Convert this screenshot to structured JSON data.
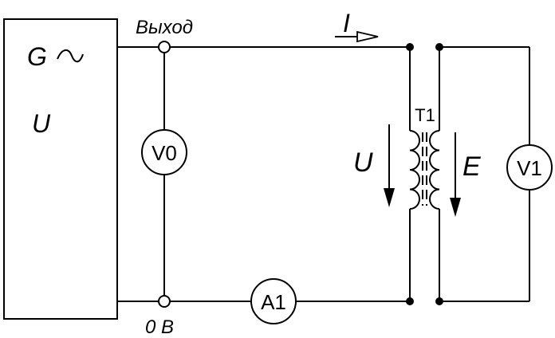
{
  "generator": {
    "symbol": "G",
    "ac_symbol": "~",
    "voltage_label": "U",
    "ac_icon": "sine-wave-icon"
  },
  "terminals": {
    "output_label": "Выход",
    "ground_label": "0 В"
  },
  "current": {
    "label": "I",
    "arrow_icon": "hollow-arrow-right-icon"
  },
  "meters": {
    "v0": "V0",
    "v1": "V1",
    "a1": "A1"
  },
  "transformer": {
    "label": "T1",
    "primary_voltage_label": "U",
    "secondary_emf_label": "E"
  }
}
